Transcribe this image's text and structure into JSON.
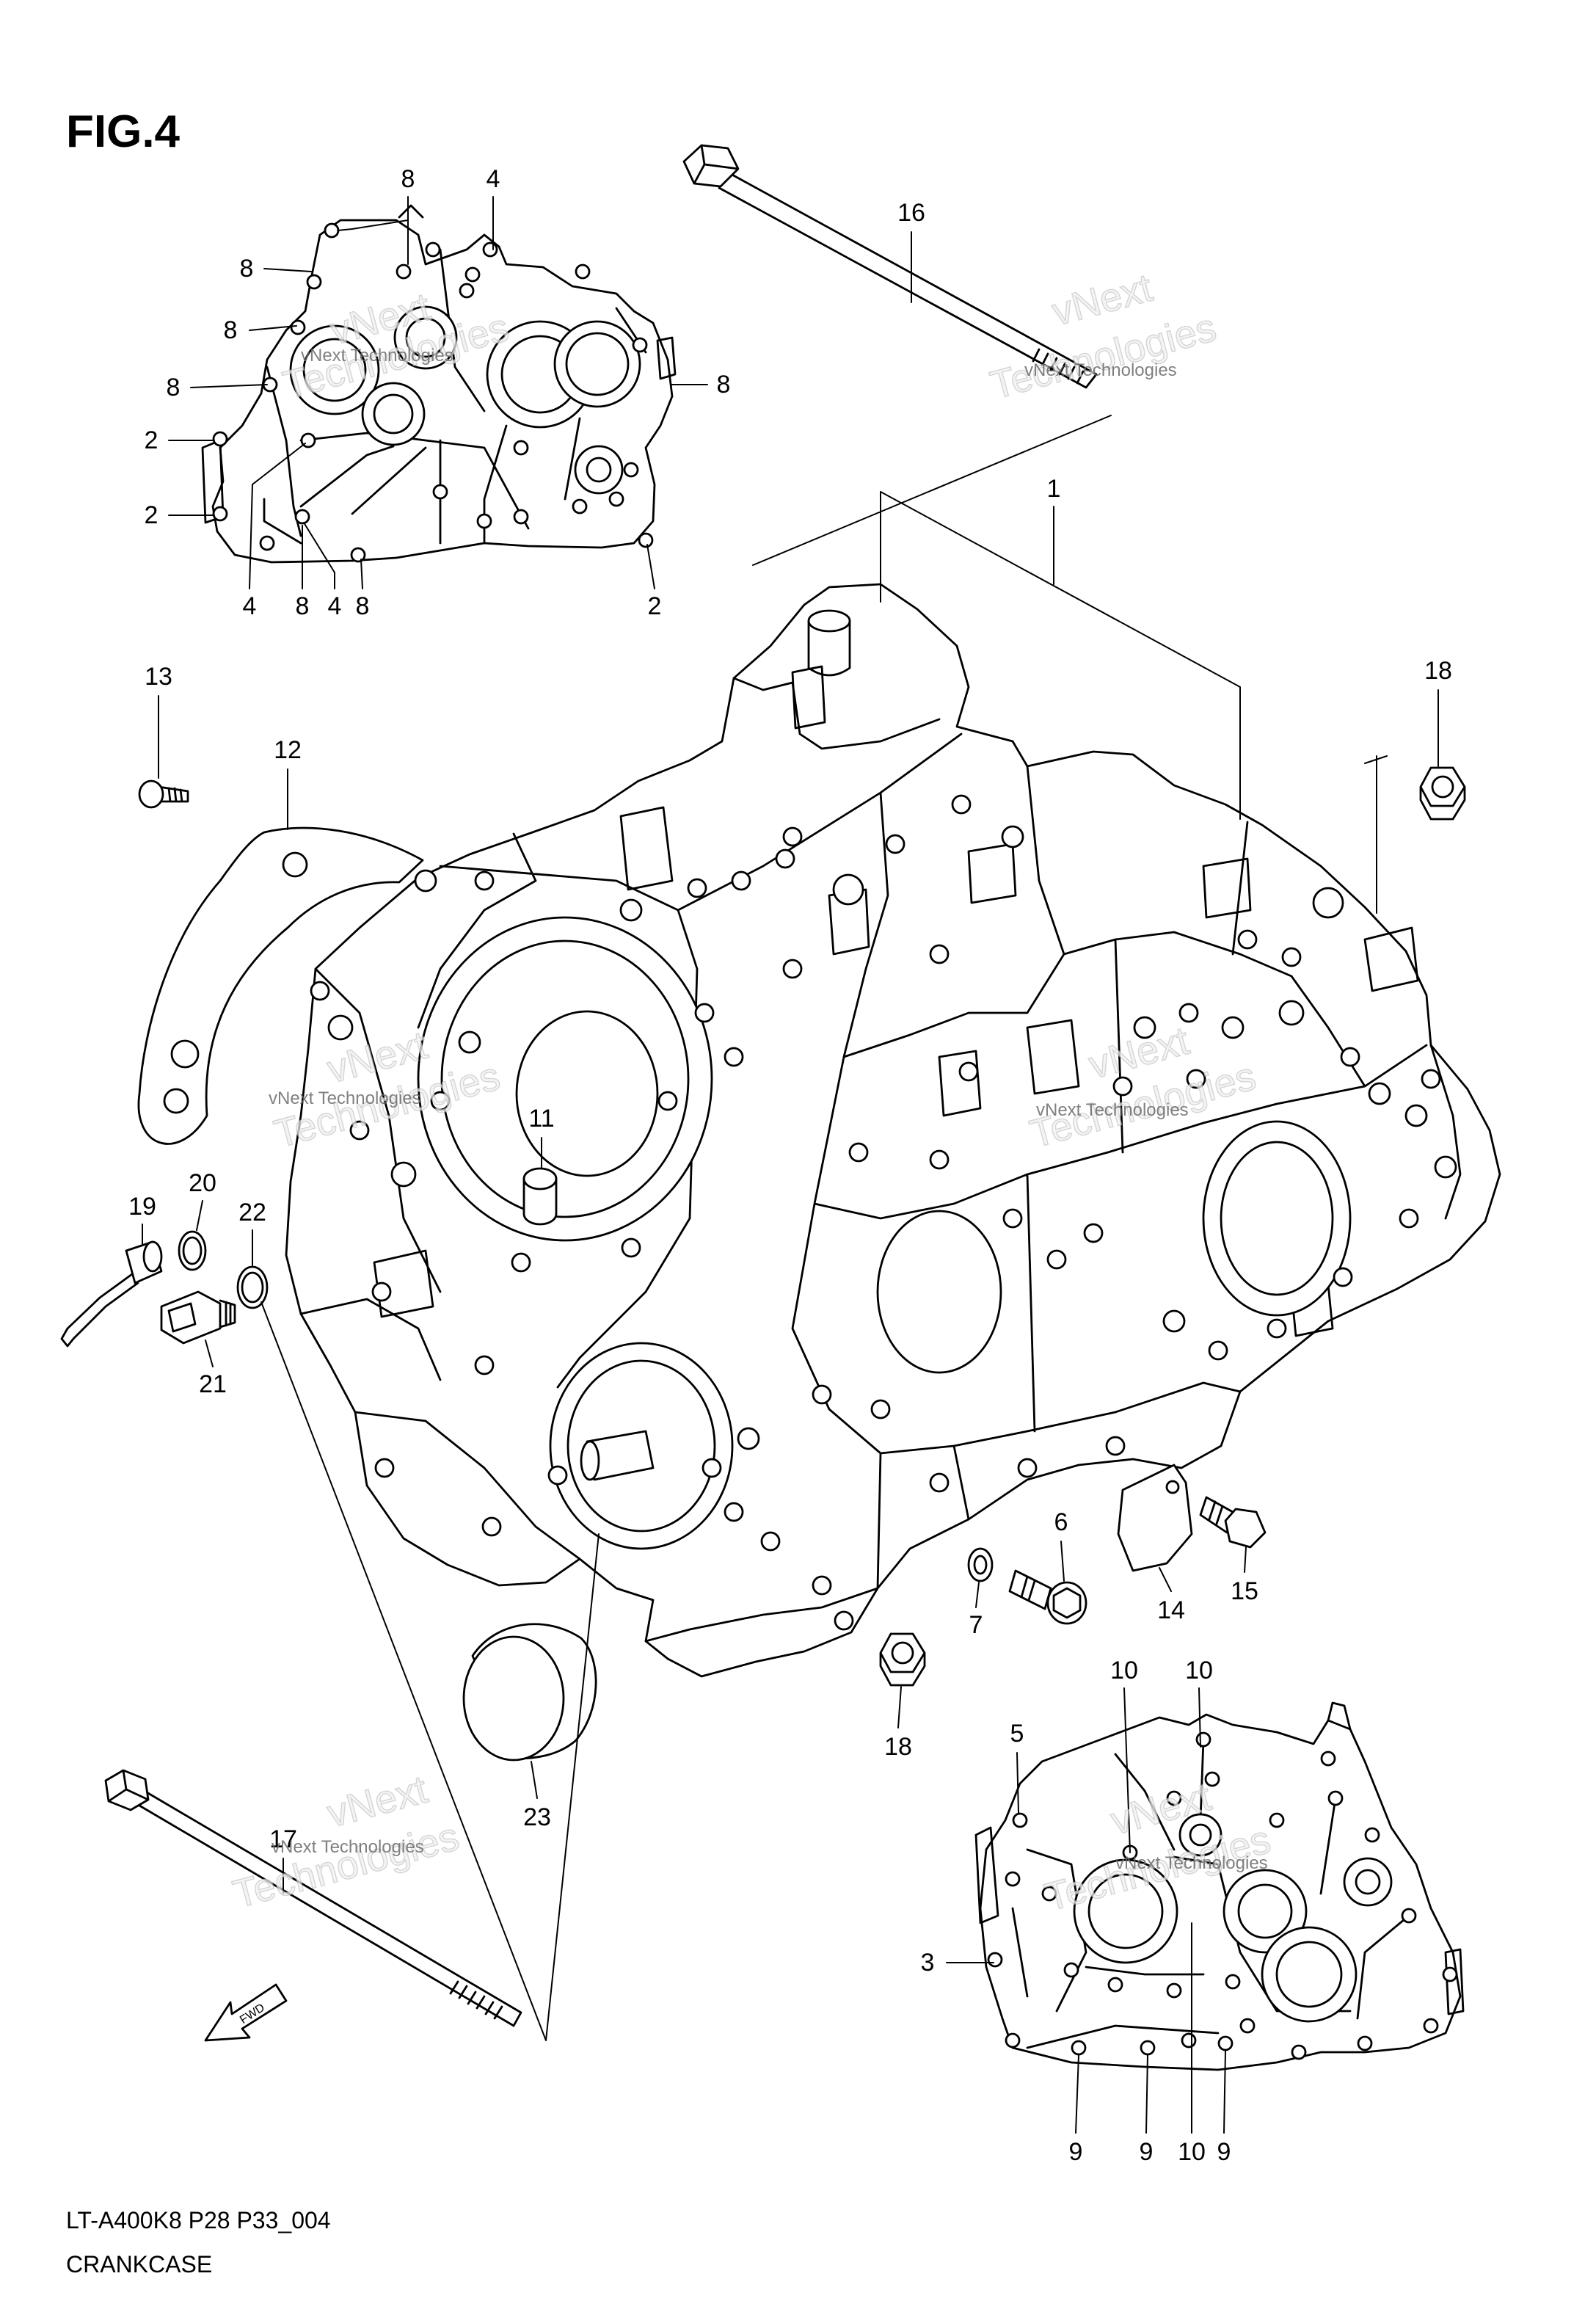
{
  "figure": {
    "title": "FIG.4",
    "model_code": "LT-A400K8 P28 P33_004",
    "name": "CRANKCASE"
  },
  "fwd_label": "FWD",
  "callouts": {
    "top_inset": [
      "8",
      "4",
      "8",
      "8",
      "8",
      "8",
      "2",
      "2",
      "4",
      "8",
      "4",
      "8",
      "2"
    ],
    "main": [
      "16",
      "1",
      "18",
      "13",
      "12",
      "11",
      "20",
      "19",
      "22",
      "21",
      "6",
      "7",
      "14",
      "15",
      "18",
      "23",
      "17"
    ],
    "bottom_inset": [
      "10",
      "10",
      "5",
      "3",
      "9",
      "9",
      "10",
      "9"
    ]
  },
  "watermark": {
    "small": "vNext Technologies",
    "big_top": "vNext",
    "big_bottom": "Technologies"
  },
  "icons": {
    "forward": "forward-arrow-icon"
  },
  "colors": {
    "ink": "#000000",
    "paper": "#ffffff",
    "watermark": "#c8c8c8"
  }
}
